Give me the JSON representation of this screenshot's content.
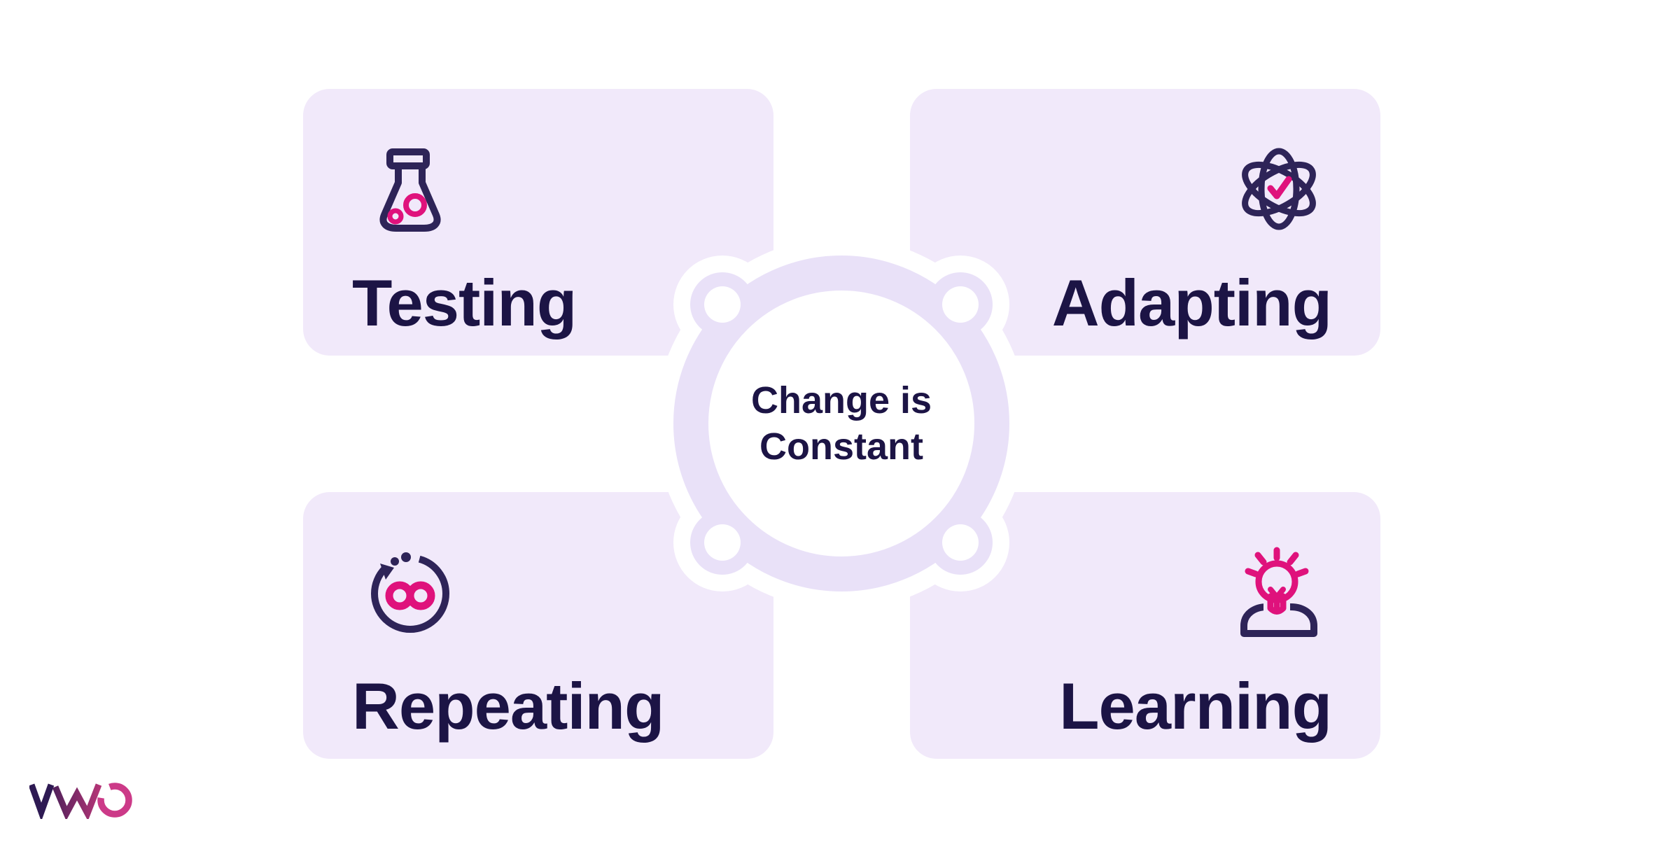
{
  "diagram": {
    "center": {
      "line1": "Change is",
      "line2": "Constant"
    },
    "cards": [
      {
        "id": "testing",
        "label": "Testing",
        "icon": "flask-icon",
        "icon_position": "top-left",
        "text_align": "left"
      },
      {
        "id": "adapting",
        "label": "Adapting",
        "icon": "atom-check-icon",
        "icon_position": "top-right",
        "text_align": "right"
      },
      {
        "id": "repeating",
        "label": "Repeating",
        "icon": "loop-infinity-icon",
        "icon_position": "top-left",
        "text_align": "left"
      },
      {
        "id": "learning",
        "label": "Learning",
        "icon": "lightbulb-person-icon",
        "icon_position": "top-right",
        "text_align": "right"
      }
    ]
  },
  "footer": {
    "brand": "VWO"
  },
  "theme": {
    "card_bg": "#F1E9FA",
    "ring": "#E9E1F8",
    "navy_text": "#1C1445",
    "icon_navy": "#2E2458",
    "pink": "#DF127C",
    "logo_v": "#2E1A53",
    "logo_w_start": "#55225C",
    "logo_w_end": "#B23476",
    "logo_o": "#CC3A88",
    "background": "#FFFFFF"
  }
}
